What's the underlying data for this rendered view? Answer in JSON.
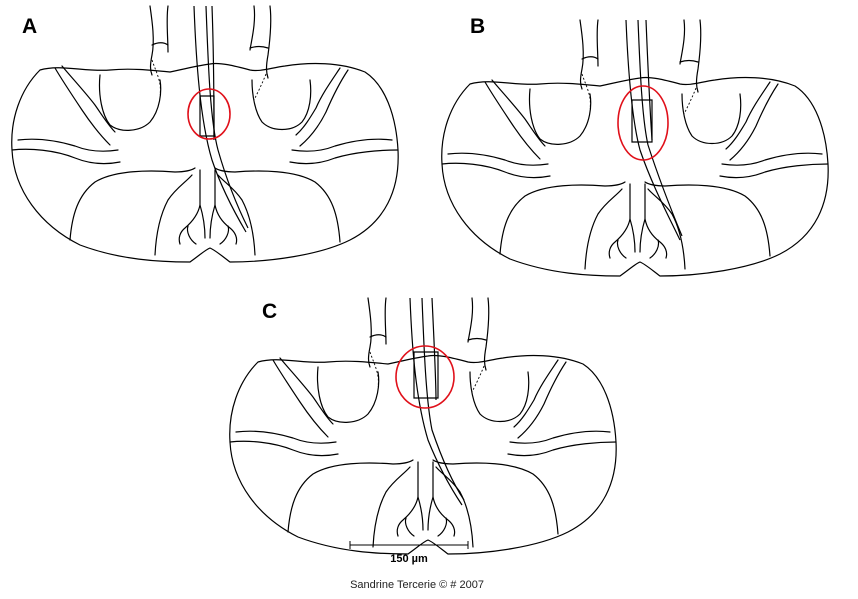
{
  "panels": [
    {
      "label": "A"
    },
    {
      "label": "B"
    },
    {
      "label": "C"
    }
  ],
  "scale_bar": {
    "label": "150 µm"
  },
  "credit": "Sandrine Tercerie © # 2007",
  "colors": {
    "outline": "#000000",
    "highlight": "#e0101a",
    "background": "#ffffff"
  }
}
